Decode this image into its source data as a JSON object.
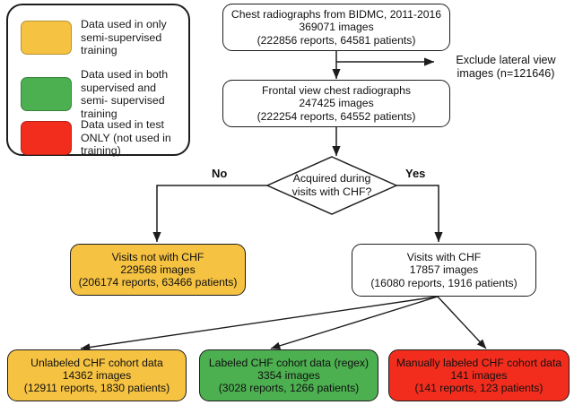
{
  "diagram": {
    "title": "CHF chest radiograph cohort selection flowchart",
    "legend": {
      "name": "data-usage-legend",
      "items": [
        {
          "color": "#F5C242",
          "color_name": "yellow",
          "label": "Data used in only semi-supervised training",
          "lines": [
            "Data used in only",
            "semi-supervised",
            "training"
          ]
        },
        {
          "color": "#4CAF50",
          "color_name": "green",
          "label": "Data used in both supervised and semi-supervised training",
          "lines": [
            "Data used in both",
            "supervised and semi-",
            "supervised training"
          ]
        },
        {
          "color": "#F22D1E",
          "color_name": "red",
          "label": "Data used in test ONLY (not used in training)",
          "lines": [
            "Data used in test ONLY",
            "(not used in training)"
          ]
        }
      ]
    },
    "nodes": {
      "source": {
        "lines": [
          "Chest radiographs from BIDMC, 2011-2016",
          "369071 images",
          "(222856 reports, 64581 patients)"
        ],
        "images": 369071,
        "reports": 222856,
        "patients": 64581,
        "color_name": "white"
      },
      "frontal": {
        "lines": [
          "Frontal view chest radiographs",
          "247425 images",
          "(222254 reports, 64552 patients)"
        ],
        "images": 247425,
        "reports": 222254,
        "patients": 64552,
        "color_name": "white"
      },
      "decision": {
        "lines": [
          "Acquired during",
          "visits with CHF?"
        ],
        "yes_label": "Yes",
        "no_label": "No"
      },
      "not_chf": {
        "lines": [
          "Visits not with CHF",
          "229568 images",
          "(206174 reports, 63466 patients)"
        ],
        "images": 229568,
        "reports": 206174,
        "patients": 63466,
        "color_name": "yellow"
      },
      "with_chf": {
        "lines": [
          "Visits with CHF",
          "17857 images",
          "(16080 reports, 1916 patients)"
        ],
        "images": 17857,
        "reports": 16080,
        "patients": 1916,
        "color_name": "white"
      },
      "unlabeled": {
        "lines": [
          "Unlabeled CHF cohort data",
          "14362 images",
          "(12911 reports, 1830 patients)"
        ],
        "images": 14362,
        "reports": 12911,
        "patients": 1830,
        "color_name": "yellow"
      },
      "labeled_regex": {
        "lines": [
          "Labeled CHF cohort data (regex)",
          "3354 images",
          "(3028 reports, 1266 patients)"
        ],
        "images": 3354,
        "reports": 3028,
        "patients": 1266,
        "color_name": "green"
      },
      "manual": {
        "lines": [
          "Manually labeled CHF cohort data",
          "141 images",
          "(141 reports, 123 patients)"
        ],
        "images": 141,
        "reports": 141,
        "patients": 123,
        "color_name": "red"
      }
    },
    "annotations": {
      "exclude_lateral": {
        "lines": [
          "Exclude lateral view images",
          "(n=121646)"
        ],
        "n": 121646
      }
    }
  }
}
